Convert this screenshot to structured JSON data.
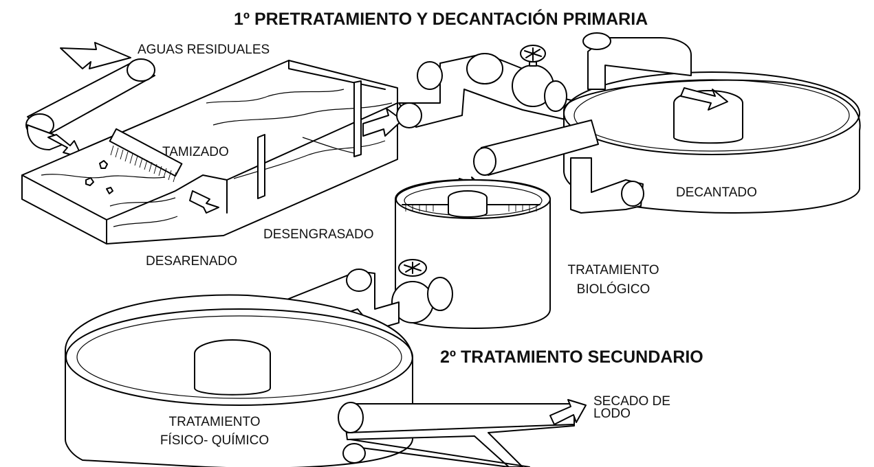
{
  "titles": {
    "stage1": "1º PRETRATAMIENTO Y DECANTACIÓN PRIMARIA",
    "stage2": "2º TRATAMIENTO SECUNDARIO"
  },
  "labels": {
    "aguas_residuales": "AGUAS RESIDUALES",
    "tamizado": "TAMIZADO",
    "desarenado": "DESARENADO",
    "desengrasado": "DESENGRASADO",
    "decantado": "DECANTADO",
    "tratamiento_biologico_1": "TRATAMIENTO",
    "tratamiento_biologico_2": "BIOLÓGICO",
    "fisico_quimico_1": "TRATAMIENTO",
    "fisico_quimico_2": "FÍSICO- QUÍMICO",
    "secado_1": "SECADO DE",
    "secado_2": "LODO"
  }
}
